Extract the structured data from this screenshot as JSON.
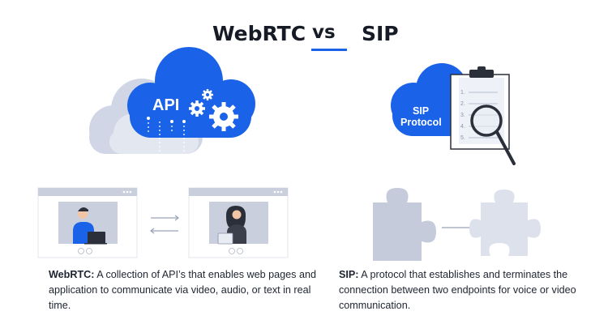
{
  "title": {
    "left": "WebRTC",
    "vs": "vs",
    "right": "SIP"
  },
  "cloud_api_label": "API",
  "cloud_sip_label_line1": "SIP",
  "cloud_sip_label_line2": "Protocol",
  "clipboard_numbers": [
    "1.",
    "2.",
    "3.",
    "4.",
    "5."
  ],
  "webrtc": {
    "term": "WebRTC:",
    "text": " A collection of API’s that enables web pages and application to communicate via video, audio, or text in real time."
  },
  "sip": {
    "term": "SIP:",
    "text": " A protocol that establishes and terminates the connection between two endpoints for voice or video communication."
  },
  "colors": {
    "accent": "#1a62e8",
    "cloud_back": "#cdd3e3",
    "puzzle": "#c6cbdb",
    "dark_text": "#161b26"
  }
}
